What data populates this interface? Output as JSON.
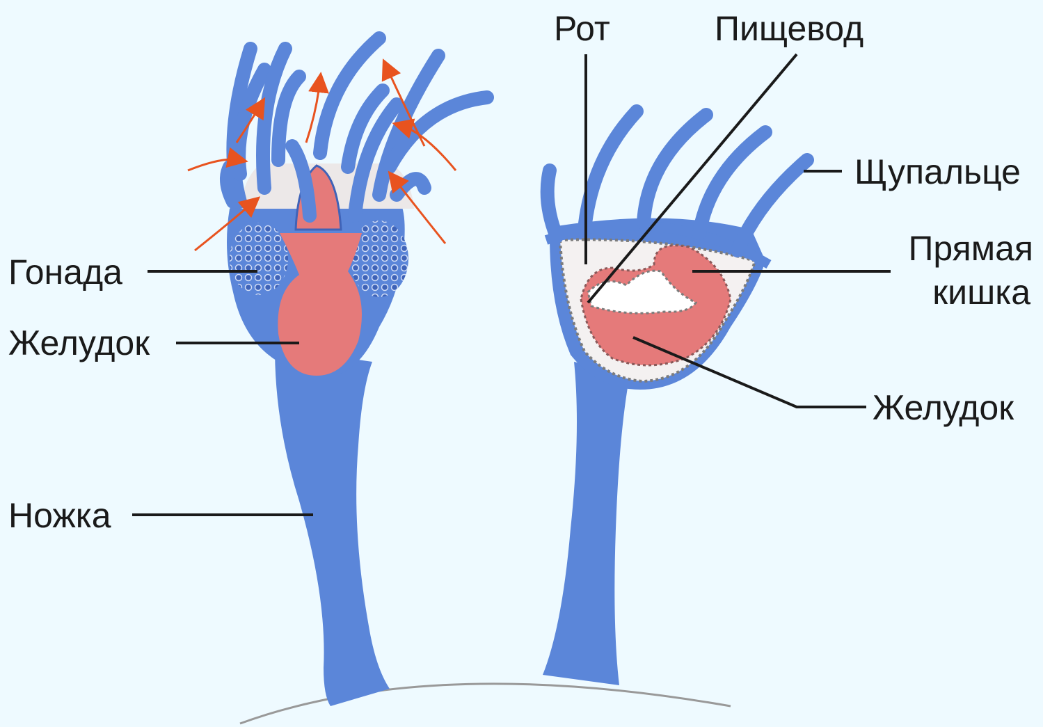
{
  "labels": {
    "gonad": "Гонада",
    "stomach_left": "Желудок",
    "stalk": "Ножка",
    "mouth": "Рот",
    "esophagus": "Пищевод",
    "tentacle": "Щупальце",
    "rectum_line1": "Прямая",
    "rectum_line2": "кишка",
    "stomach_right": "Желудок"
  },
  "colors": {
    "background": "#eefaff",
    "body": "#5b86d9",
    "body_dark": "#3f63b8",
    "gut": "#e57a7a",
    "cavity": "#f4f1f1",
    "arrows": "#e8531f",
    "lines": "#1a1a1a"
  }
}
